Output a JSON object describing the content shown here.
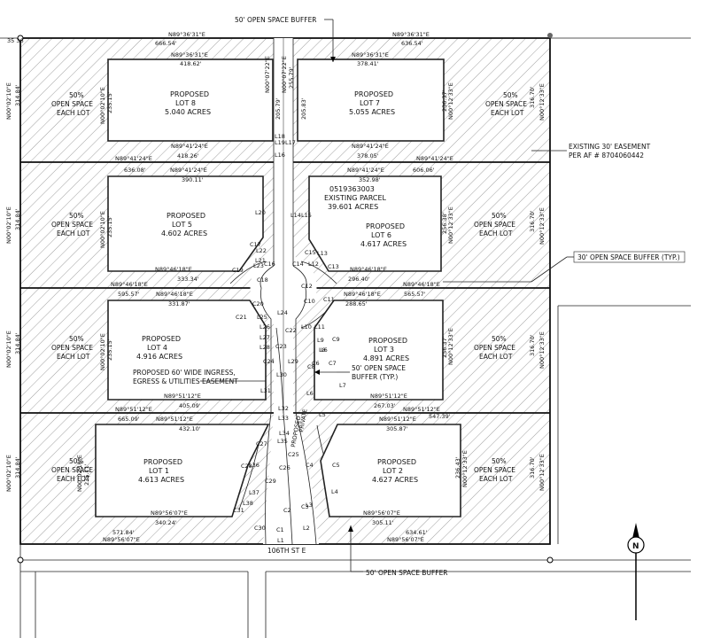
{
  "callouts": {
    "top_buffer": "50' OPEN SPACE BUFFER",
    "existing_easement_1": "EXISTING 30' EASEMENT",
    "existing_easement_2": "PER AF # 8704060442",
    "buffer_typ": "30' OPEN SPACE BUFFER (TYP.)",
    "buffer_50_typ_1": "50' OPEN SPACE",
    "buffer_50_typ_2": "BUFFER (TYP.)",
    "bottom_buffer": "50' OPEN SPACE BUFFER",
    "easement_1": "PROPOSED 60' WIDE INGRESS,",
    "easement_2": "EGRESS & UTILITIES EASEMENT",
    "road": "106TH ST E",
    "corner": "35 36",
    "north_arrow": "N"
  },
  "open_space": [
    "50%",
    "OPEN SPACE",
    "EACH LOT"
  ],
  "lots": [
    {
      "l1": "PROPOSED",
      "l2": "LOT 8",
      "l3": "5.040 ACRES"
    },
    {
      "l1": "PROPOSED",
      "l2": "LOT 7",
      "l3": "5.055 ACRES"
    },
    {
      "l1": "PROPOSED",
      "l2": "LOT 5",
      "l3": "4.602 ACRES"
    },
    {
      "l1": "PROPOSED",
      "l2": "LOT 6",
      "l3": "4.617 ACRES"
    },
    {
      "l1": "PROPOSED",
      "l2": "LOT 4",
      "l3": "4.916 ACRES"
    },
    {
      "l1": "PROPOSED",
      "l2": "LOT 3",
      "l3": "4.891 ACRES"
    },
    {
      "l1": "PROPOSED",
      "l2": "LOT 1",
      "l3": "4.613 ACRES"
    },
    {
      "l1": "PROPOSED",
      "l2": "LOT 2",
      "l3": "4.627 ACRES"
    }
  ],
  "existing_parcel": [
    "0519363003",
    "EXISTING PARCEL",
    "39.601 ACRES"
  ],
  "bearings": {
    "n8936": "N89°36'31\"E",
    "n8941": "N89°41'24\"E",
    "n8946": "N89°46'18\"E",
    "n8951": "N89°51'12\"E",
    "n8956": "N89°56'07\"E",
    "w_side": "N00°02'10\"E",
    "e_side": "N00°12'33\"E",
    "mid_w": "N00°07'22\"E",
    "mid_e": "N00°07'22\"E"
  },
  "distances": {
    "top_w": "666.54'",
    "top_e": "636.54'",
    "lot8_top": "418.62'",
    "lot7_top": "378.41'",
    "lot8_bot": "418.26'",
    "lot7_bot": "378.05'",
    "r2_w": "636.08'",
    "r2_e": "606.06'",
    "lot5_top": "390.11'",
    "lot6_top": "352.98'",
    "lot5_bot": "333.34'",
    "lot6_bot": "296.40'",
    "r3_w": "595.57'",
    "r3_e": "565.57'",
    "lot4_top": "331.87'",
    "lot3_top": "288.65'",
    "lot4_bot": "405.09'",
    "lot3_bot": "267.03'",
    "r4_w": "665.09'",
    "r4_e": "547.39'",
    "lot1_top": "432.10'",
    "lot2_top": "305.87'",
    "lot1_bot": "340.24'",
    "lot2_bot": "305.11'",
    "bot_w": "571.84'",
    "bot_e": "634.61'",
    "w_314": "314.84'",
    "e_316": "316.70'",
    "lot8_side": "235.15'",
    "lot7_side": "236.37'",
    "lot5_side": "235.15'",
    "lot6_side": "256.38'",
    "lot4_side": "235.15'",
    "lot3_side": "256.37'",
    "lot1_side": "235.11'",
    "lot2_side": "236.43'",
    "mid_255": "255.79'",
    "mid_205": "205.79'",
    "mid_205b": "205.83'"
  },
  "segment_labels": {
    "L16": "L16",
    "L17": "L17",
    "L18": "L18",
    "L19": "L19",
    "L20": "L20",
    "L21": "L21",
    "L14": "L14",
    "L15": "L15",
    "L12": "L12",
    "L13": "L13",
    "L22": "L22",
    "L23": "L23",
    "C17": "C17",
    "C18": "C18",
    "C19": "C19",
    "C16": "C16",
    "C14": "C14",
    "C15": "C15",
    "C13": "C13",
    "C12": "C12",
    "C20": "C20",
    "C21": "C21",
    "L25": "L25",
    "L26": "L26",
    "L27": "L27",
    "L28": "L28",
    "L24": "L24",
    "C10": "C10",
    "C11": "C11",
    "L10": "L10",
    "L11": "L11",
    "L9": "L9",
    "L8": "L8",
    "C9": "C9",
    "C22": "C22",
    "C23": "C23",
    "L29": "L29",
    "L30": "L30",
    "L31": "L31",
    "C24": "C24",
    "C8": "C8",
    "C7": "C7",
    "L6": "L6",
    "L7": "L7",
    "C6": "C6",
    "L32": "L32",
    "L33": "L33",
    "L5": "L5",
    "C27": "C27",
    "C28": "C28",
    "L34": "L34",
    "L35": "L35",
    "L36": "L36",
    "C26": "C26",
    "C25": "C25",
    "C4": "C4",
    "C5": "C5",
    "L37": "L37",
    "L38": "L38",
    "C29": "C29",
    "C30": "C30",
    "C31": "C31",
    "C2": "C2",
    "C3": "C3",
    "L3": "L3",
    "L4": "L4",
    "C1": "C1",
    "L1": "L1",
    "L2": "L2",
    "proposed": "PROPOSED",
    "private": "PRIVATE",
    "l6b": "L6"
  }
}
